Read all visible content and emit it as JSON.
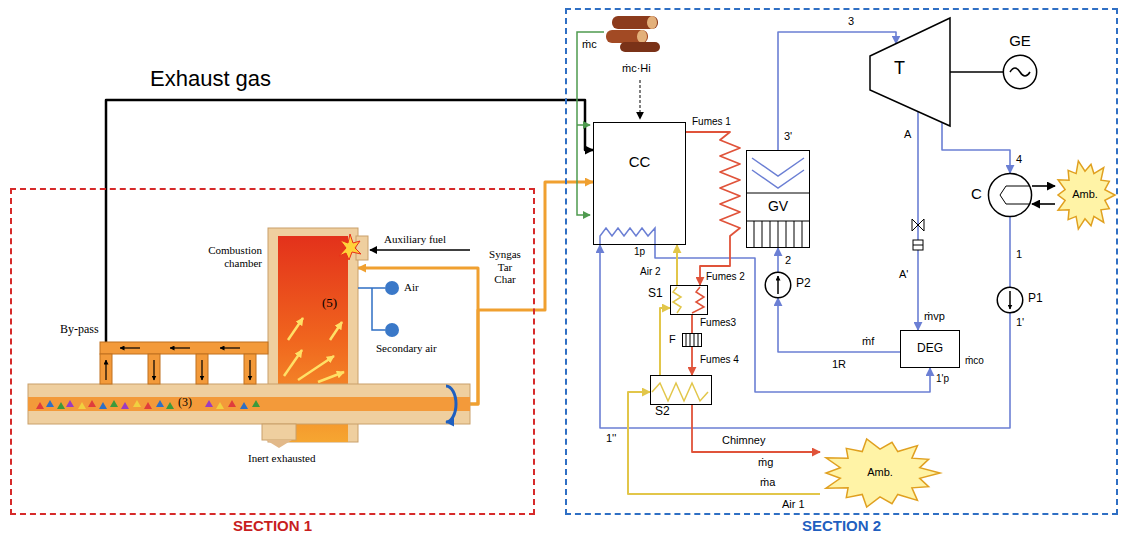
{
  "diagram": {
    "nodes": [
      {
        "text": [
          "SECTION 1"
        ]
      },
      {
        "text": [
          "Combustion chamber",
          "(5)"
        ],
        "in": 0
      },
      {
        "text": [
          "By-pass"
        ],
        "in": 0
      },
      {
        "text": [
          "(3)"
        ],
        "in": 0
      },
      {
        "text": [
          "SECTION 2"
        ]
      },
      {
        "text": [
          "CC"
        ],
        "in": 4
      },
      {
        "text": [
          "GV"
        ],
        "in": 4
      },
      {
        "text": [
          "T"
        ],
        "in": 4
      },
      {
        "text": [
          "GE"
        ],
        "in": 4
      },
      {
        "text": [
          "C"
        ],
        "in": 4
      },
      {
        "text": [
          "Amb."
        ],
        "in": 4
      },
      {
        "text": [
          "P2"
        ],
        "in": 4
      },
      {
        "text": [
          "P1"
        ],
        "in": 4
      },
      {
        "text": [
          "DEG"
        ],
        "in": 4
      },
      {
        "text": [
          "S1"
        ],
        "in": 4
      },
      {
        "text": [
          "F"
        ],
        "in": 4
      },
      {
        "text": [
          "S2"
        ],
        "in": 4
      },
      {
        "text": [
          "Amb."
        ],
        "in": 4
      }
    ],
    "edges": [
      {
        "from": 2,
        "to": 5,
        "label": "Exhaust gas",
        "arrow": "to"
      },
      {
        "from": 3,
        "to": 5,
        "arrow": "to"
      },
      {
        "from": 3,
        "to": 1,
        "arrow": "to"
      },
      {
        "from": 6,
        "to": 7,
        "arrow": "to"
      },
      {
        "from": 7,
        "to": 8,
        "arrow": "none"
      },
      {
        "from": 7,
        "to": 9,
        "arrow": "to"
      },
      {
        "from": 7,
        "to": 13,
        "arrow": "to"
      },
      {
        "from": 9,
        "to": 10,
        "arrow": "to"
      },
      {
        "from": 10,
        "to": 9,
        "arrow": "to"
      },
      {
        "from": 9,
        "to": 12,
        "arrow": "none"
      },
      {
        "from": 12,
        "to": 5,
        "arrow": "to"
      },
      {
        "from": 5,
        "to": 13,
        "arrow": "to"
      },
      {
        "from": 13,
        "to": 11,
        "arrow": "to"
      },
      {
        "from": 11,
        "to": 6,
        "arrow": "to"
      },
      {
        "from": 5,
        "to": 14,
        "arrow": "to"
      },
      {
        "from": 14,
        "to": 15,
        "arrow": "none"
      },
      {
        "from": 15,
        "to": 16,
        "arrow": "to"
      },
      {
        "from": 16,
        "to": 17,
        "arrow": "to"
      },
      {
        "from": 17,
        "to": 16,
        "arrow": "to"
      },
      {
        "from": 16,
        "to": 14,
        "arrow": "to"
      },
      {
        "from": 14,
        "to": 5,
        "arrow": "to"
      }
    ],
    "labels": [
      "Auxiliary fuel",
      "Air",
      "Secondary air",
      "Syngas Tar Char",
      "Inert exhausted",
      "ṁc·Hi",
      "ṁc",
      "Fumes 1",
      "3",
      "3'",
      "A",
      "4",
      "1p",
      "Air 2",
      "Fumes 2",
      "2",
      "A'",
      "1",
      "1'",
      "ṁvp",
      "ṁf",
      "1R",
      "Fumes3",
      "Fumes 4",
      "1''",
      "1'p",
      "ṁco",
      "Chimney",
      "ṁg",
      "ṁa",
      "Air 1"
    ]
  }
}
